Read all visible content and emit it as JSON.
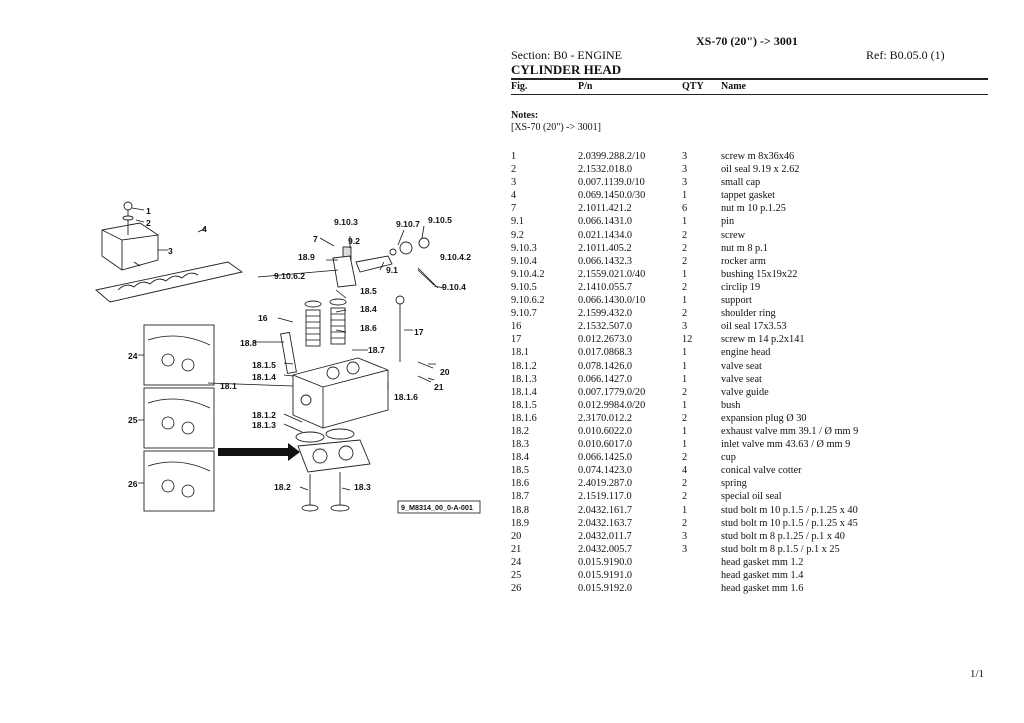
{
  "header": {
    "model": "XS-70 (20\") -> 3001",
    "section": "Section: B0 - ENGINE",
    "ref": "Ref: B0.05.0 (1)",
    "title": "CYLINDER HEAD"
  },
  "columns": {
    "fig": "Fig.",
    "pn": "P/n",
    "qty": "QTY",
    "name": "Name"
  },
  "notes": {
    "label": "Notes:",
    "text": "[XS-70 (20\") -> 3001]"
  },
  "parts": [
    {
      "fig": "1",
      "pn": "2.0399.288.2/10",
      "qty": "3",
      "name": "screw m 8x36x46"
    },
    {
      "fig": "2",
      "pn": "2.1532.018.0",
      "qty": "3",
      "name": "oil seal 9.19 x 2.62"
    },
    {
      "fig": "3",
      "pn": "0.007.1139.0/10",
      "qty": "3",
      "name": "small cap"
    },
    {
      "fig": "4",
      "pn": "0.069.1450.0/30",
      "qty": "1",
      "name": "tappet gasket"
    },
    {
      "fig": "7",
      "pn": "2.1011.421.2",
      "qty": "6",
      "name": "nut m 10 p.1.25"
    },
    {
      "fig": "9.1",
      "pn": "0.066.1431.0",
      "qty": "1",
      "name": "pin"
    },
    {
      "fig": "9.2",
      "pn": "0.021.1434.0",
      "qty": "2",
      "name": "screw"
    },
    {
      "fig": "9.10.3",
      "pn": "2.1011.405.2",
      "qty": "2",
      "name": "nut m 8 p.1"
    },
    {
      "fig": "9.10.4",
      "pn": "0.066.1432.3",
      "qty": "2",
      "name": "rocker arm"
    },
    {
      "fig": "9.10.4.2",
      "pn": "2.1559.021.0/40",
      "qty": "1",
      "name": "bushing 15x19x22"
    },
    {
      "fig": "9.10.5",
      "pn": "2.1410.055.7",
      "qty": "2",
      "name": "circlip 19"
    },
    {
      "fig": "9.10.6.2",
      "pn": "0.066.1430.0/10",
      "qty": "1",
      "name": "support"
    },
    {
      "fig": "9.10.7",
      "pn": "2.1599.432.0",
      "qty": "2",
      "name": "shoulder ring"
    },
    {
      "fig": "16",
      "pn": "2.1532.507.0",
      "qty": "3",
      "name": "oil seal 17x3.53"
    },
    {
      "fig": "17",
      "pn": "0.012.2673.0",
      "qty": "12",
      "name": "screw m 14 p.2x141"
    },
    {
      "fig": "18.1",
      "pn": "0.017.0868.3",
      "qty": "1",
      "name": "engine head"
    },
    {
      "fig": "18.1.2",
      "pn": "0.078.1426.0",
      "qty": "1",
      "name": "valve seat"
    },
    {
      "fig": "18.1.3",
      "pn": "0.066.1427.0",
      "qty": "1",
      "name": "valve seat"
    },
    {
      "fig": "18.1.4",
      "pn": "0.007.1779.0/20",
      "qty": "2",
      "name": "valve guide"
    },
    {
      "fig": "18.1.5",
      "pn": "0.012.9984.0/20",
      "qty": "1",
      "name": "bush"
    },
    {
      "fig": "18.1.6",
      "pn": "2.3170.012.2",
      "qty": "2",
      "name": "expansion plug Ø 30"
    },
    {
      "fig": "18.2",
      "pn": "0.010.6022.0",
      "qty": "1",
      "name": "exhaust valve mm 39.1 / Ø mm 9"
    },
    {
      "fig": "18.3",
      "pn": "0.010.6017.0",
      "qty": "1",
      "name": "inlet valve mm 43.63 / Ø mm 9"
    },
    {
      "fig": "18.4",
      "pn": "0.066.1425.0",
      "qty": "2",
      "name": "cup"
    },
    {
      "fig": "18.5",
      "pn": "0.074.1423.0",
      "qty": "4",
      "name": "conical valve cotter"
    },
    {
      "fig": "18.6",
      "pn": "2.4019.287.0",
      "qty": "2",
      "name": "spring"
    },
    {
      "fig": "18.7",
      "pn": "2.1519.117.0",
      "qty": "2",
      "name": "special oil seal"
    },
    {
      "fig": "18.8",
      "pn": "2.0432.161.7",
      "qty": "1",
      "name": "stud bolt m 10 p.1.5 / p.1.25 x 40"
    },
    {
      "fig": "18.9",
      "pn": "2.0432.163.7",
      "qty": "2",
      "name": "stud bolt m 10 p.1.5 / p.1.25 x 45"
    },
    {
      "fig": "20",
      "pn": "2.0432.011.7",
      "qty": "3",
      "name": "stud bolt m 8 p.1.25 / p.1 x 40"
    },
    {
      "fig": "21",
      "pn": "2.0432.005.7",
      "qty": "3",
      "name": "stud bolt m 8 p.1.5 / p.1 x 25"
    },
    {
      "fig": "24",
      "pn": "0.015.9190.0",
      "qty": "",
      "name": "head gasket mm 1.2"
    },
    {
      "fig": "25",
      "pn": "0.015.9191.0",
      "qty": "",
      "name": "head gasket mm 1.4"
    },
    {
      "fig": "26",
      "pn": "0.015.9192.0",
      "qty": "",
      "name": "head gasket mm 1.6"
    }
  ],
  "diagram": {
    "code": "9_M8314_00_0-A-001",
    "labels": [
      "1",
      "2",
      "3",
      "4",
      "7",
      "9.2",
      "9.10.3",
      "9.10.7",
      "9.10.5",
      "18.9",
      "9.10.4.2",
      "9.10.6.2",
      "9.1",
      "9.10.4",
      "18.5",
      "18.4",
      "16",
      "18.6",
      "17",
      "18.8",
      "18.7",
      "24",
      "18.1.5",
      "18.1.4",
      "20",
      "18.1",
      "21",
      "18.1.6",
      "25",
      "18.1.2",
      "18.1.3",
      "26",
      "18.2",
      "18.3"
    ]
  },
  "footer": {
    "page": "1/1"
  }
}
